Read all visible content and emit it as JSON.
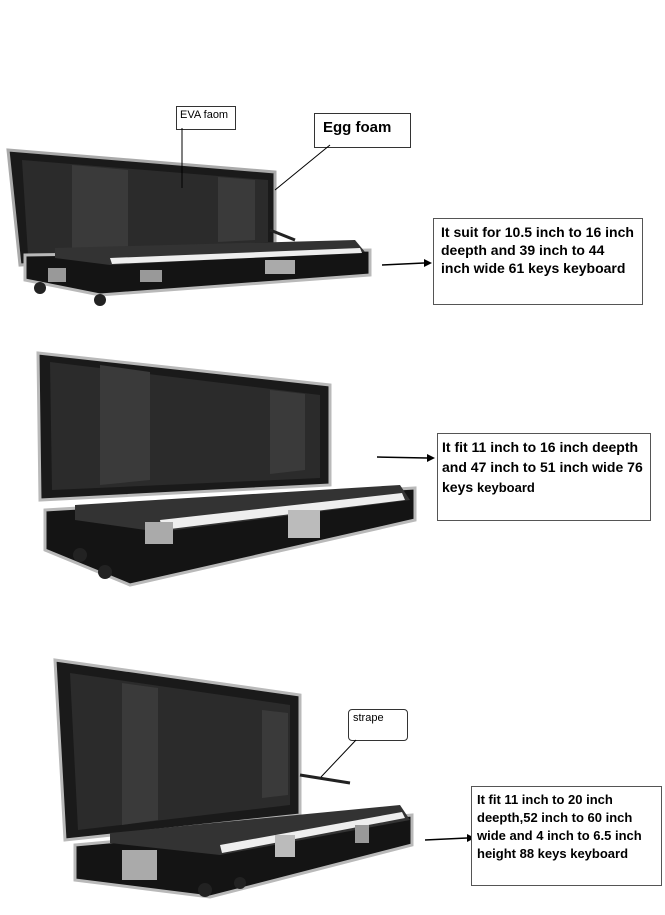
{
  "colors": {
    "case_body": "#1a1a1a",
    "case_trim": "#b9b9b9",
    "foam": "#2b2b2b",
    "keyboard": "#333333",
    "keys": "#eeeeee"
  },
  "callouts": {
    "eva_foam": "EVA faom",
    "egg_foam": "Egg foam",
    "strape": "strape"
  },
  "cases": [
    {
      "id": "61-keys",
      "description_main": "It suit for 10.5 inch to 16 inch deepth and 39 inch to 44 inch wide 61 keys keyboard",
      "description_small": ""
    },
    {
      "id": "76-keys",
      "description_main": "It fit 11 inch to 16 inch deepth and 47 inch to 51 inch wide 76 keys",
      "description_small": "keyboard"
    },
    {
      "id": "88-keys",
      "description_main": "It fit 11 inch to 20 inch deepth,52 inch to 60 inch wide and 4 inch to 6.5 inch height 88 keys keyboard",
      "description_small": ""
    }
  ]
}
